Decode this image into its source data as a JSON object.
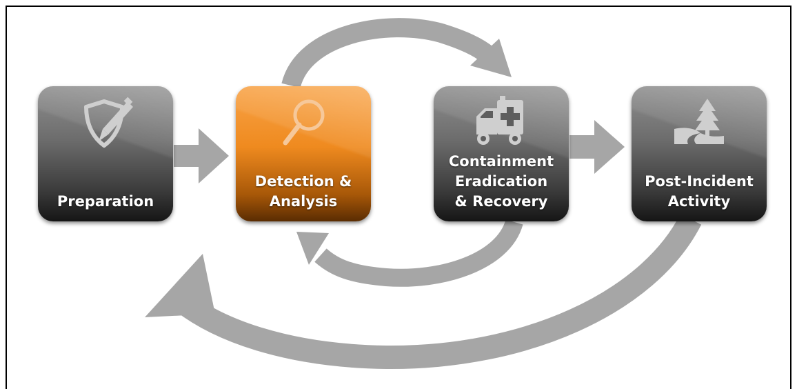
{
  "phases": [
    {
      "id": "preparation",
      "lines": [
        "Preparation"
      ],
      "icon": "shield-pen-icon",
      "active": false
    },
    {
      "id": "detection",
      "lines": [
        "Detection &",
        "Analysis"
      ],
      "icon": "magnifier-icon",
      "active": true
    },
    {
      "id": "containment",
      "lines": [
        "Containment",
        "Eradication",
        "& Recovery"
      ],
      "icon": "ambulance-icon",
      "active": false
    },
    {
      "id": "post-incident",
      "lines": [
        "Post-Incident",
        "Activity"
      ],
      "icon": "tree-road-icon",
      "active": false
    }
  ],
  "colors": {
    "active_box": "#ef8a1f",
    "inactive_box": "#5a5a5a",
    "arrow": "#a6a6a6",
    "label": "#ffffff",
    "icon": "#cfcfcf"
  }
}
